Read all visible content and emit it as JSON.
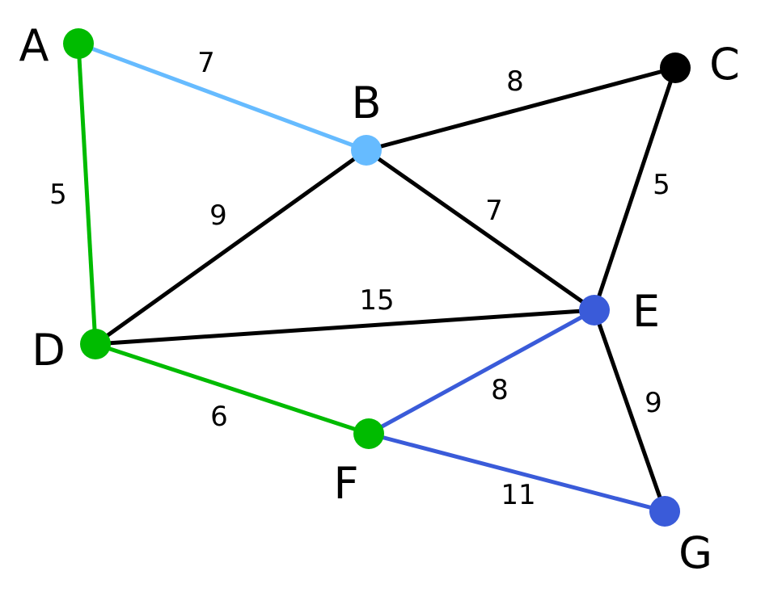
{
  "graph": {
    "nodes": [
      {
        "id": "A",
        "label": "A",
        "color": "#00bb00"
      },
      {
        "id": "B",
        "label": "B",
        "color": "#66bbff"
      },
      {
        "id": "C",
        "label": "C",
        "color": "#000000"
      },
      {
        "id": "D",
        "label": "D",
        "color": "#00bb00"
      },
      {
        "id": "E",
        "label": "E",
        "color": "#3a5bd9"
      },
      {
        "id": "F",
        "label": "F",
        "color": "#00bb00"
      },
      {
        "id": "G",
        "label": "G",
        "color": "#3a5bd9"
      }
    ],
    "edges": [
      {
        "from": "A",
        "to": "B",
        "weight": "7",
        "color": "#66bbff"
      },
      {
        "from": "A",
        "to": "D",
        "weight": "5",
        "color": "#00bb00"
      },
      {
        "from": "B",
        "to": "C",
        "weight": "8",
        "color": "#000000"
      },
      {
        "from": "B",
        "to": "D",
        "weight": "9",
        "color": "#000000"
      },
      {
        "from": "B",
        "to": "E",
        "weight": "7",
        "color": "#000000"
      },
      {
        "from": "C",
        "to": "E",
        "weight": "5",
        "color": "#000000"
      },
      {
        "from": "D",
        "to": "E",
        "weight": "15",
        "color": "#000000"
      },
      {
        "from": "D",
        "to": "F",
        "weight": "6",
        "color": "#00bb00"
      },
      {
        "from": "E",
        "to": "F",
        "weight": "8",
        "color": "#3a5bd9"
      },
      {
        "from": "E",
        "to": "G",
        "weight": "9",
        "color": "#000000"
      },
      {
        "from": "F",
        "to": "G",
        "weight": "11",
        "color": "#3a5bd9"
      }
    ]
  }
}
